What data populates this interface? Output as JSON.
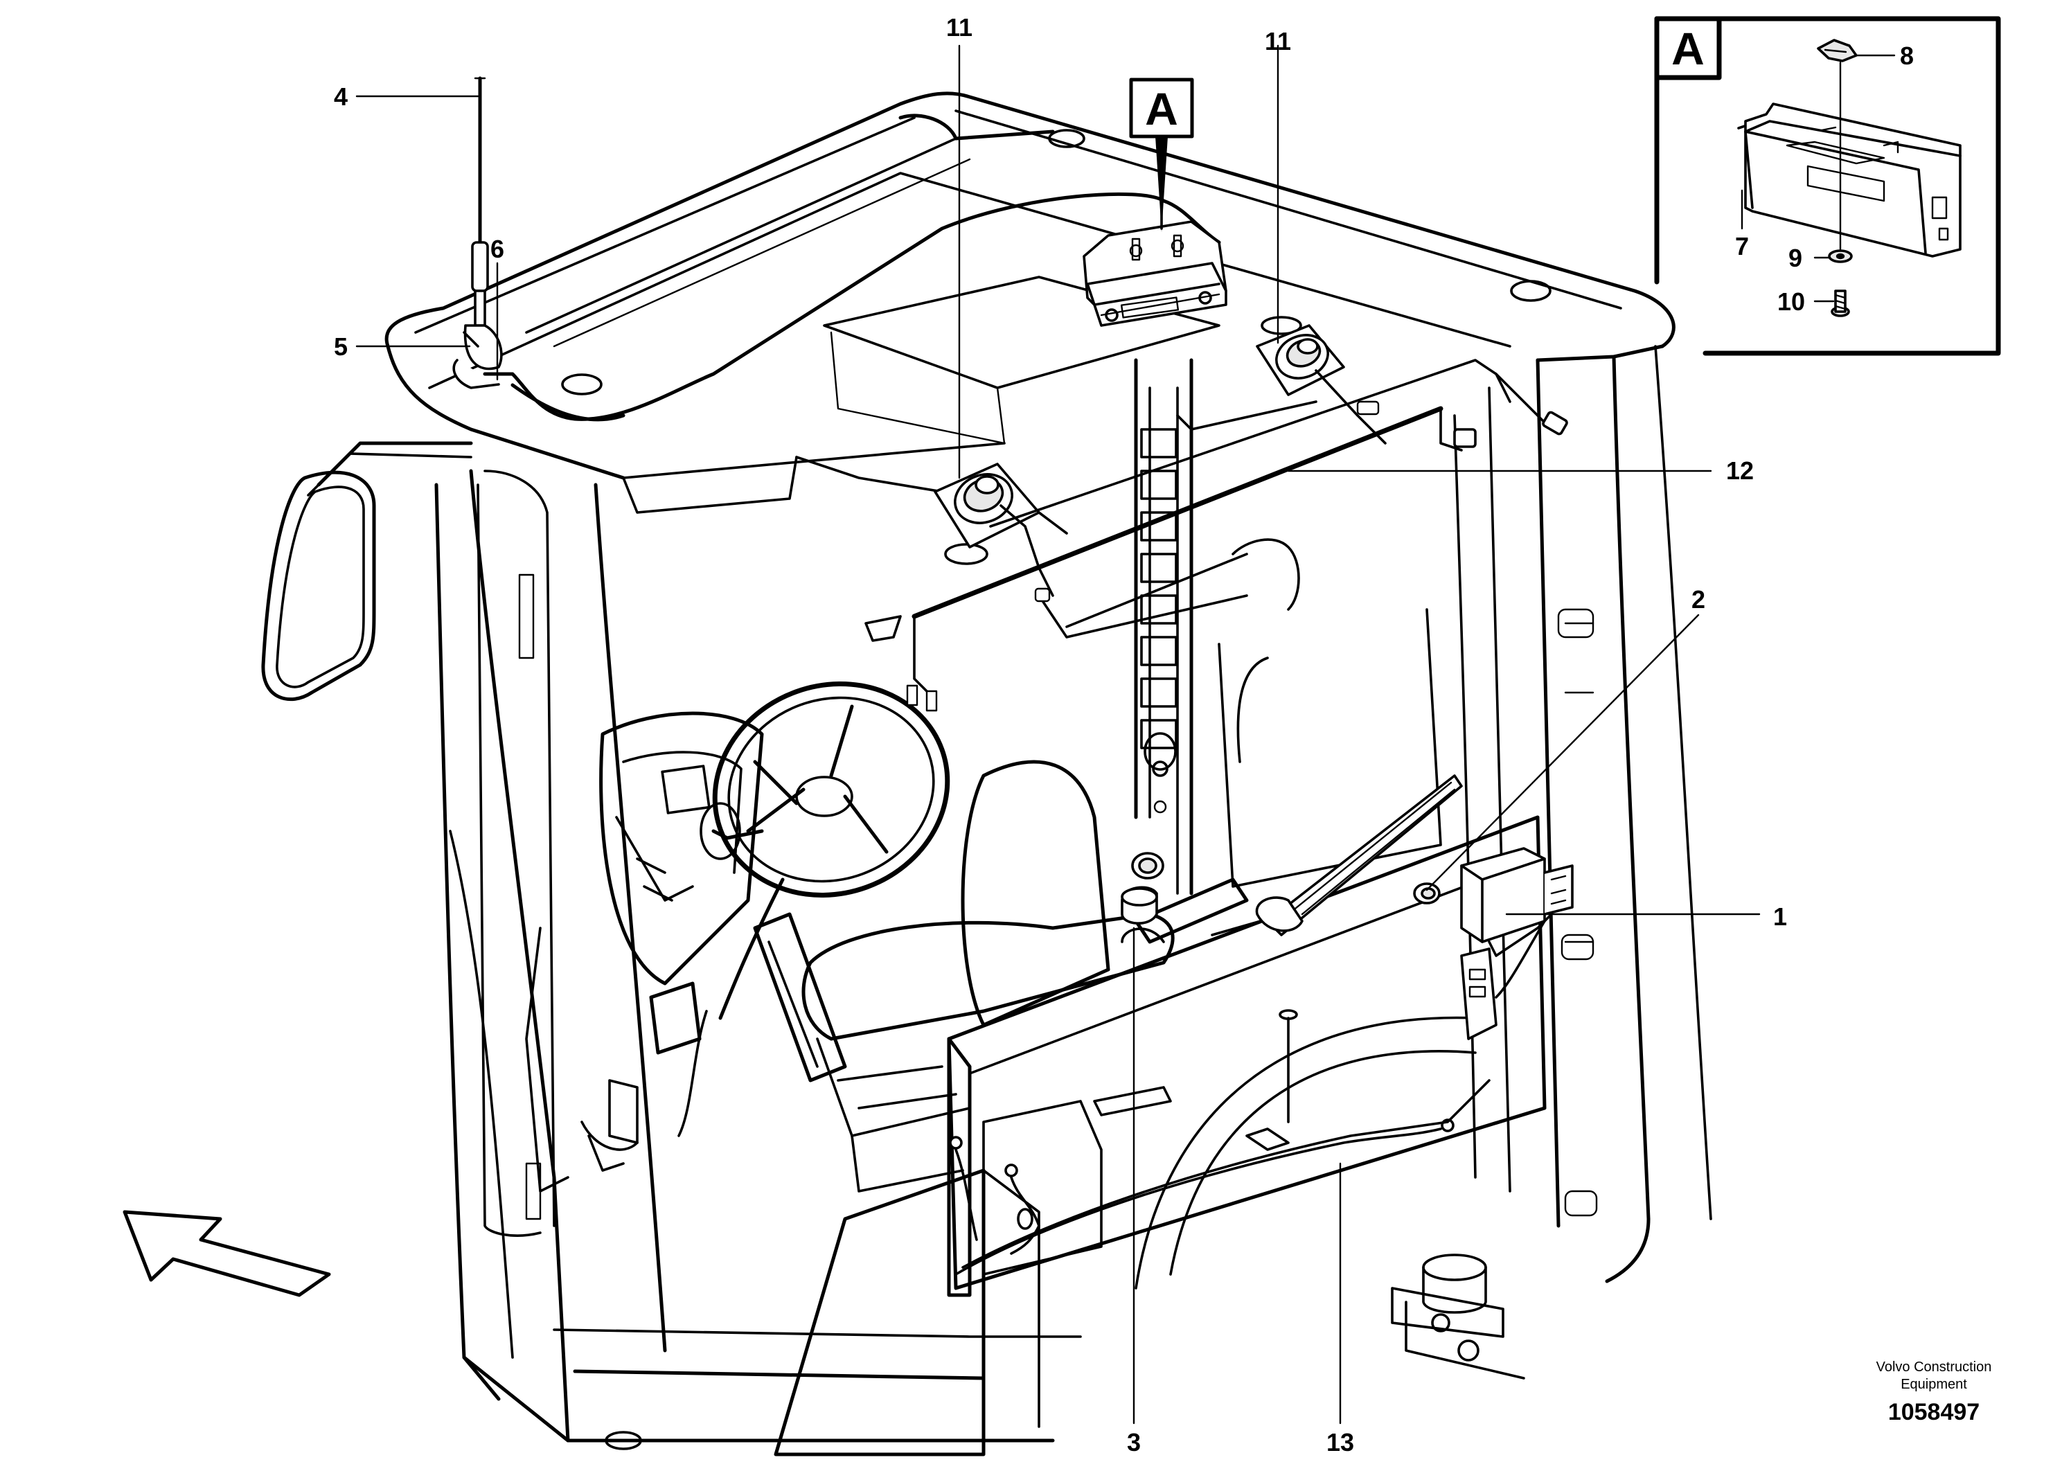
{
  "callouts": {
    "c1": "1",
    "c2": "2",
    "c3": "3",
    "c4": "4",
    "c5": "5",
    "c6": "6",
    "c7": "7",
    "c8": "8",
    "c9": "9",
    "c10": "10",
    "c11a": "11",
    "c11b": "11",
    "c12": "12",
    "c13": "13"
  },
  "detail_marker": "A",
  "detail_inset_label": "A",
  "footer": {
    "company_line1": "Volvo Construction",
    "company_line2": "Equipment",
    "drawing_number": "1058497"
  },
  "icons": {
    "direction_arrow": "front-direction-arrow-icon"
  }
}
